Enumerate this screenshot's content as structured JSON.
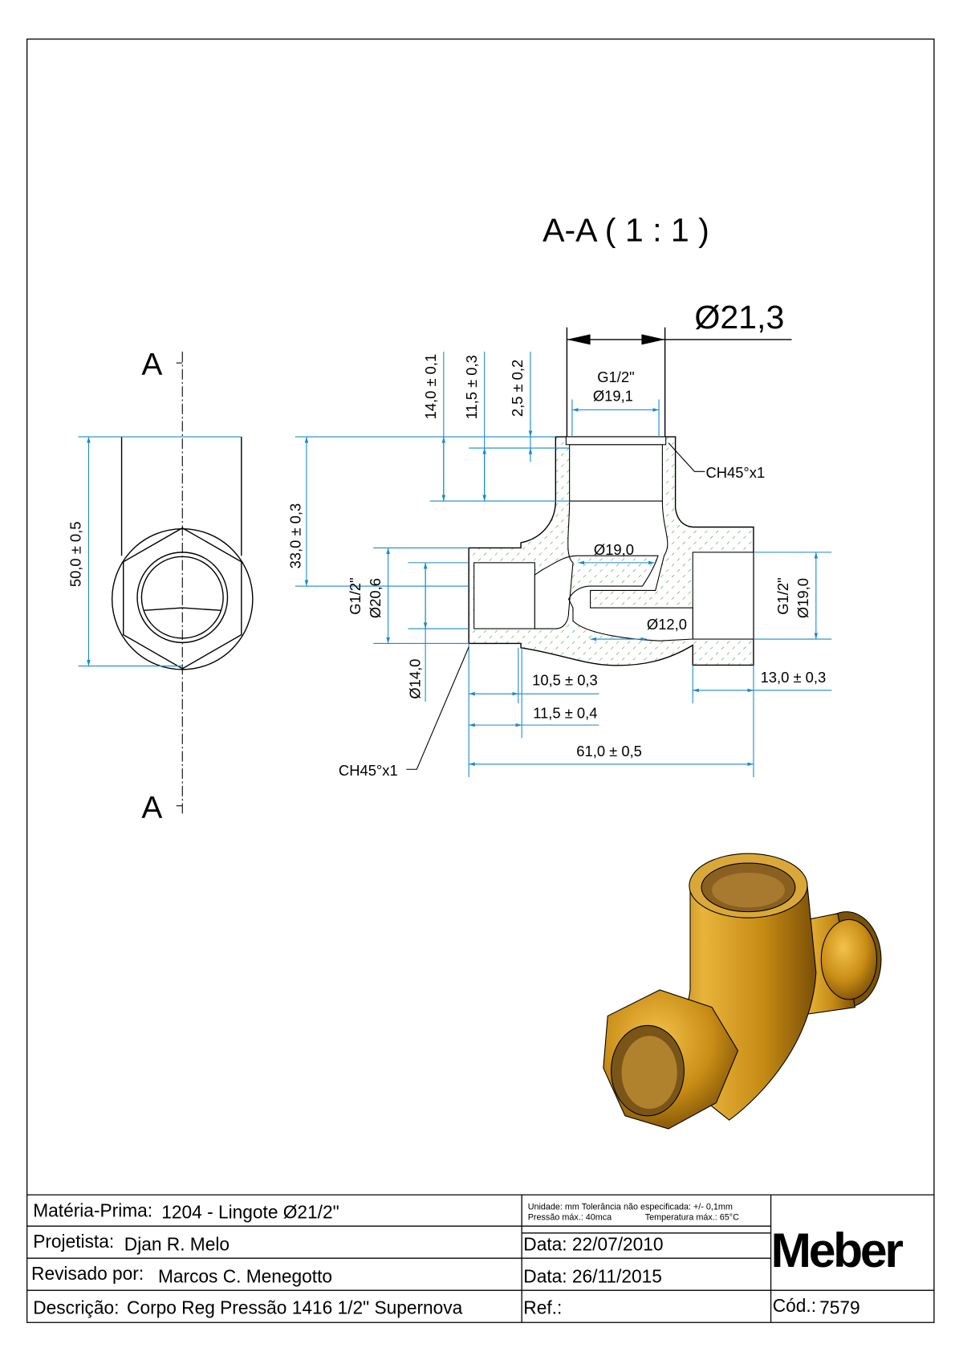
{
  "section": {
    "label_top": "A",
    "label_bottom": "A",
    "title": "A-A  ( 1 : 1 )"
  },
  "dimensions": {
    "outer_dia": "Ø21,3",
    "top_thread": "G1/2\"",
    "top_dia": "Ø19,1",
    "chamfer_top": "CH45°x1",
    "chamfer_left": "CH45°x1",
    "d14": "14,0 ± 0,1",
    "d115": "11,5 ± 0,3",
    "d25": "2,5 ± 0,2",
    "d33": "33,0 ± 0,3",
    "d50": "50,0 ± 0,5",
    "left_thread": "G1/2\"",
    "left_dia": "Ø20,6",
    "left_inner": "Ø14,0",
    "mid_dia": "Ø19,0",
    "small_dia": "Ø12,0",
    "right_thread": "G1/2\"",
    "right_dia": "Ø19,0",
    "d105": "10,5 ± 0,3",
    "d115b": "11,5 ± 0,4",
    "d61": "61,0 ± 0,5",
    "d13": "13,0 ± 0,3"
  },
  "title_block": {
    "materia_label": "Matéria-Prima:",
    "materia_value": "1204 - Lingote Ø21/2\"",
    "notes_line1": "Unidade: mm Tolerância não especificada: +/- 0,1mm",
    "notes_line2a": "Pressão máx.: 40mca",
    "notes_line2b": "Temperatura máx.: 65°C",
    "projetista_label": "Projetista:",
    "projetista_value": "Djan R. Melo",
    "data1": "Data: 22/07/2010",
    "revisado_label": "Revisado por:",
    "revisado_value": "Marcos C. Menegotto",
    "data2": "Data: 26/11/2015",
    "descricao_label": "Descrição:",
    "descricao_value": "Corpo Reg Pressão 1416 1/2\" Supernova",
    "ref": "Ref.:",
    "cod_label": "Cód.:",
    "cod_value": "7579",
    "logo": "Meber"
  },
  "colors": {
    "dimension": "#1a8ac8",
    "hatch": "#2e9a2e",
    "brass": "#c8901a"
  }
}
